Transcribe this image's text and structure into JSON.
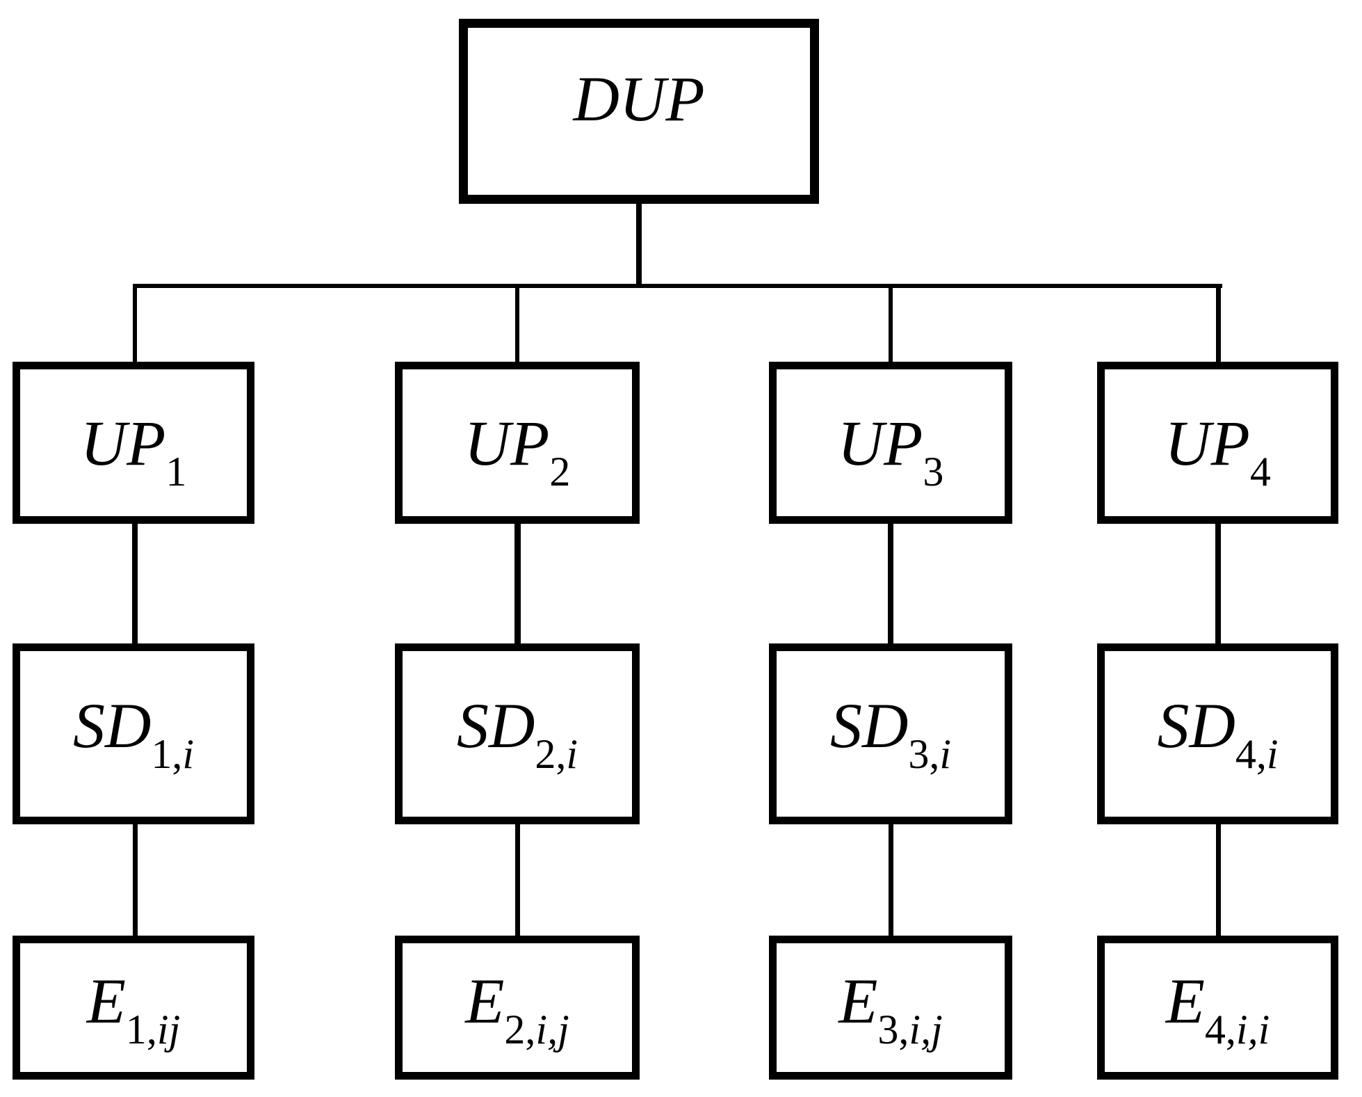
{
  "diagram": {
    "type": "tree",
    "background_color": "#ffffff",
    "line_color": "#000000",
    "nodes": {
      "dup": {
        "main": "DUP",
        "subnum": "",
        "subvar": ""
      },
      "up1": {
        "main": "UP",
        "subnum": "1",
        "subvar": ""
      },
      "up2": {
        "main": "UP",
        "subnum": "2",
        "subvar": ""
      },
      "up3": {
        "main": "UP",
        "subnum": "3",
        "subvar": ""
      },
      "up4": {
        "main": "UP",
        "subnum": "4",
        "subvar": ""
      },
      "sd1": {
        "main": "SD",
        "subnum": "1,",
        "subvar": "i"
      },
      "sd2": {
        "main": "SD",
        "subnum": "2,",
        "subvar": "i"
      },
      "sd3": {
        "main": "SD",
        "subnum": "3,",
        "subvar": "i"
      },
      "sd4": {
        "main": "SD",
        "subnum": "4,",
        "subvar": "i"
      },
      "e1": {
        "main": "E",
        "subnum": "1,",
        "subvar": "ij"
      },
      "e2": {
        "main": "E",
        "subnum": "2,",
        "subvar": "i,j"
      },
      "e3": {
        "main": "E",
        "subnum": "3,",
        "subvar": "i,j"
      },
      "e4": {
        "main": "E",
        "subnum": "4,",
        "subvar": "i,i"
      }
    },
    "edges": [
      [
        "dup",
        "up1"
      ],
      [
        "dup",
        "up2"
      ],
      [
        "dup",
        "up3"
      ],
      [
        "dup",
        "up4"
      ],
      [
        "up1",
        "sd1"
      ],
      [
        "up2",
        "sd2"
      ],
      [
        "up3",
        "sd3"
      ],
      [
        "up4",
        "sd4"
      ],
      [
        "sd1",
        "e1"
      ],
      [
        "sd2",
        "e2"
      ],
      [
        "sd3",
        "e3"
      ],
      [
        "sd4",
        "e4"
      ]
    ]
  }
}
